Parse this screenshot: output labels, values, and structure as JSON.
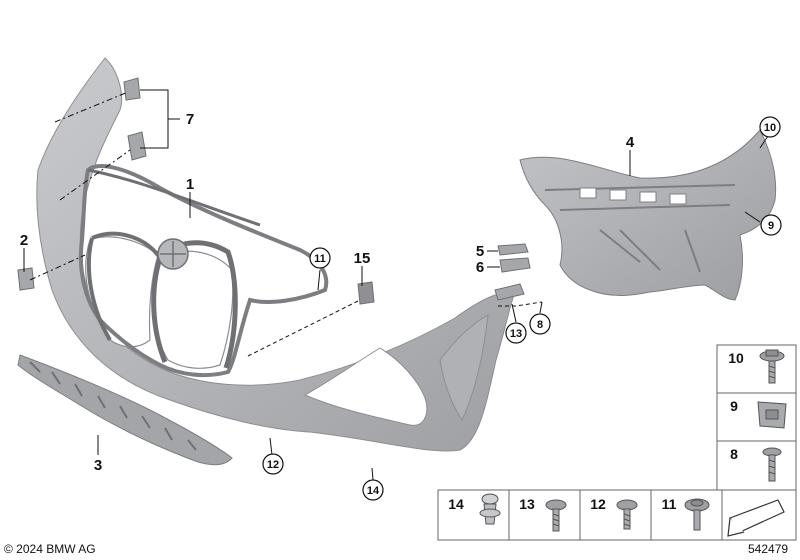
{
  "callouts": {
    "c1": "1",
    "c2": "2",
    "c3": "3",
    "c4": "4",
    "c5": "5",
    "c6": "6",
    "c7": "7",
    "c8": "8",
    "c9": "9",
    "c10": "10",
    "c11": "11",
    "c12": "12",
    "c13": "13",
    "c14": "14",
    "c15": "15"
  },
  "legend": {
    "right": [
      "10",
      "9",
      "8"
    ],
    "bottom": [
      "14",
      "13",
      "12",
      "11"
    ]
  },
  "footer": {
    "copyright": "© 2024 BMW AG",
    "diagram_id": "542479"
  }
}
